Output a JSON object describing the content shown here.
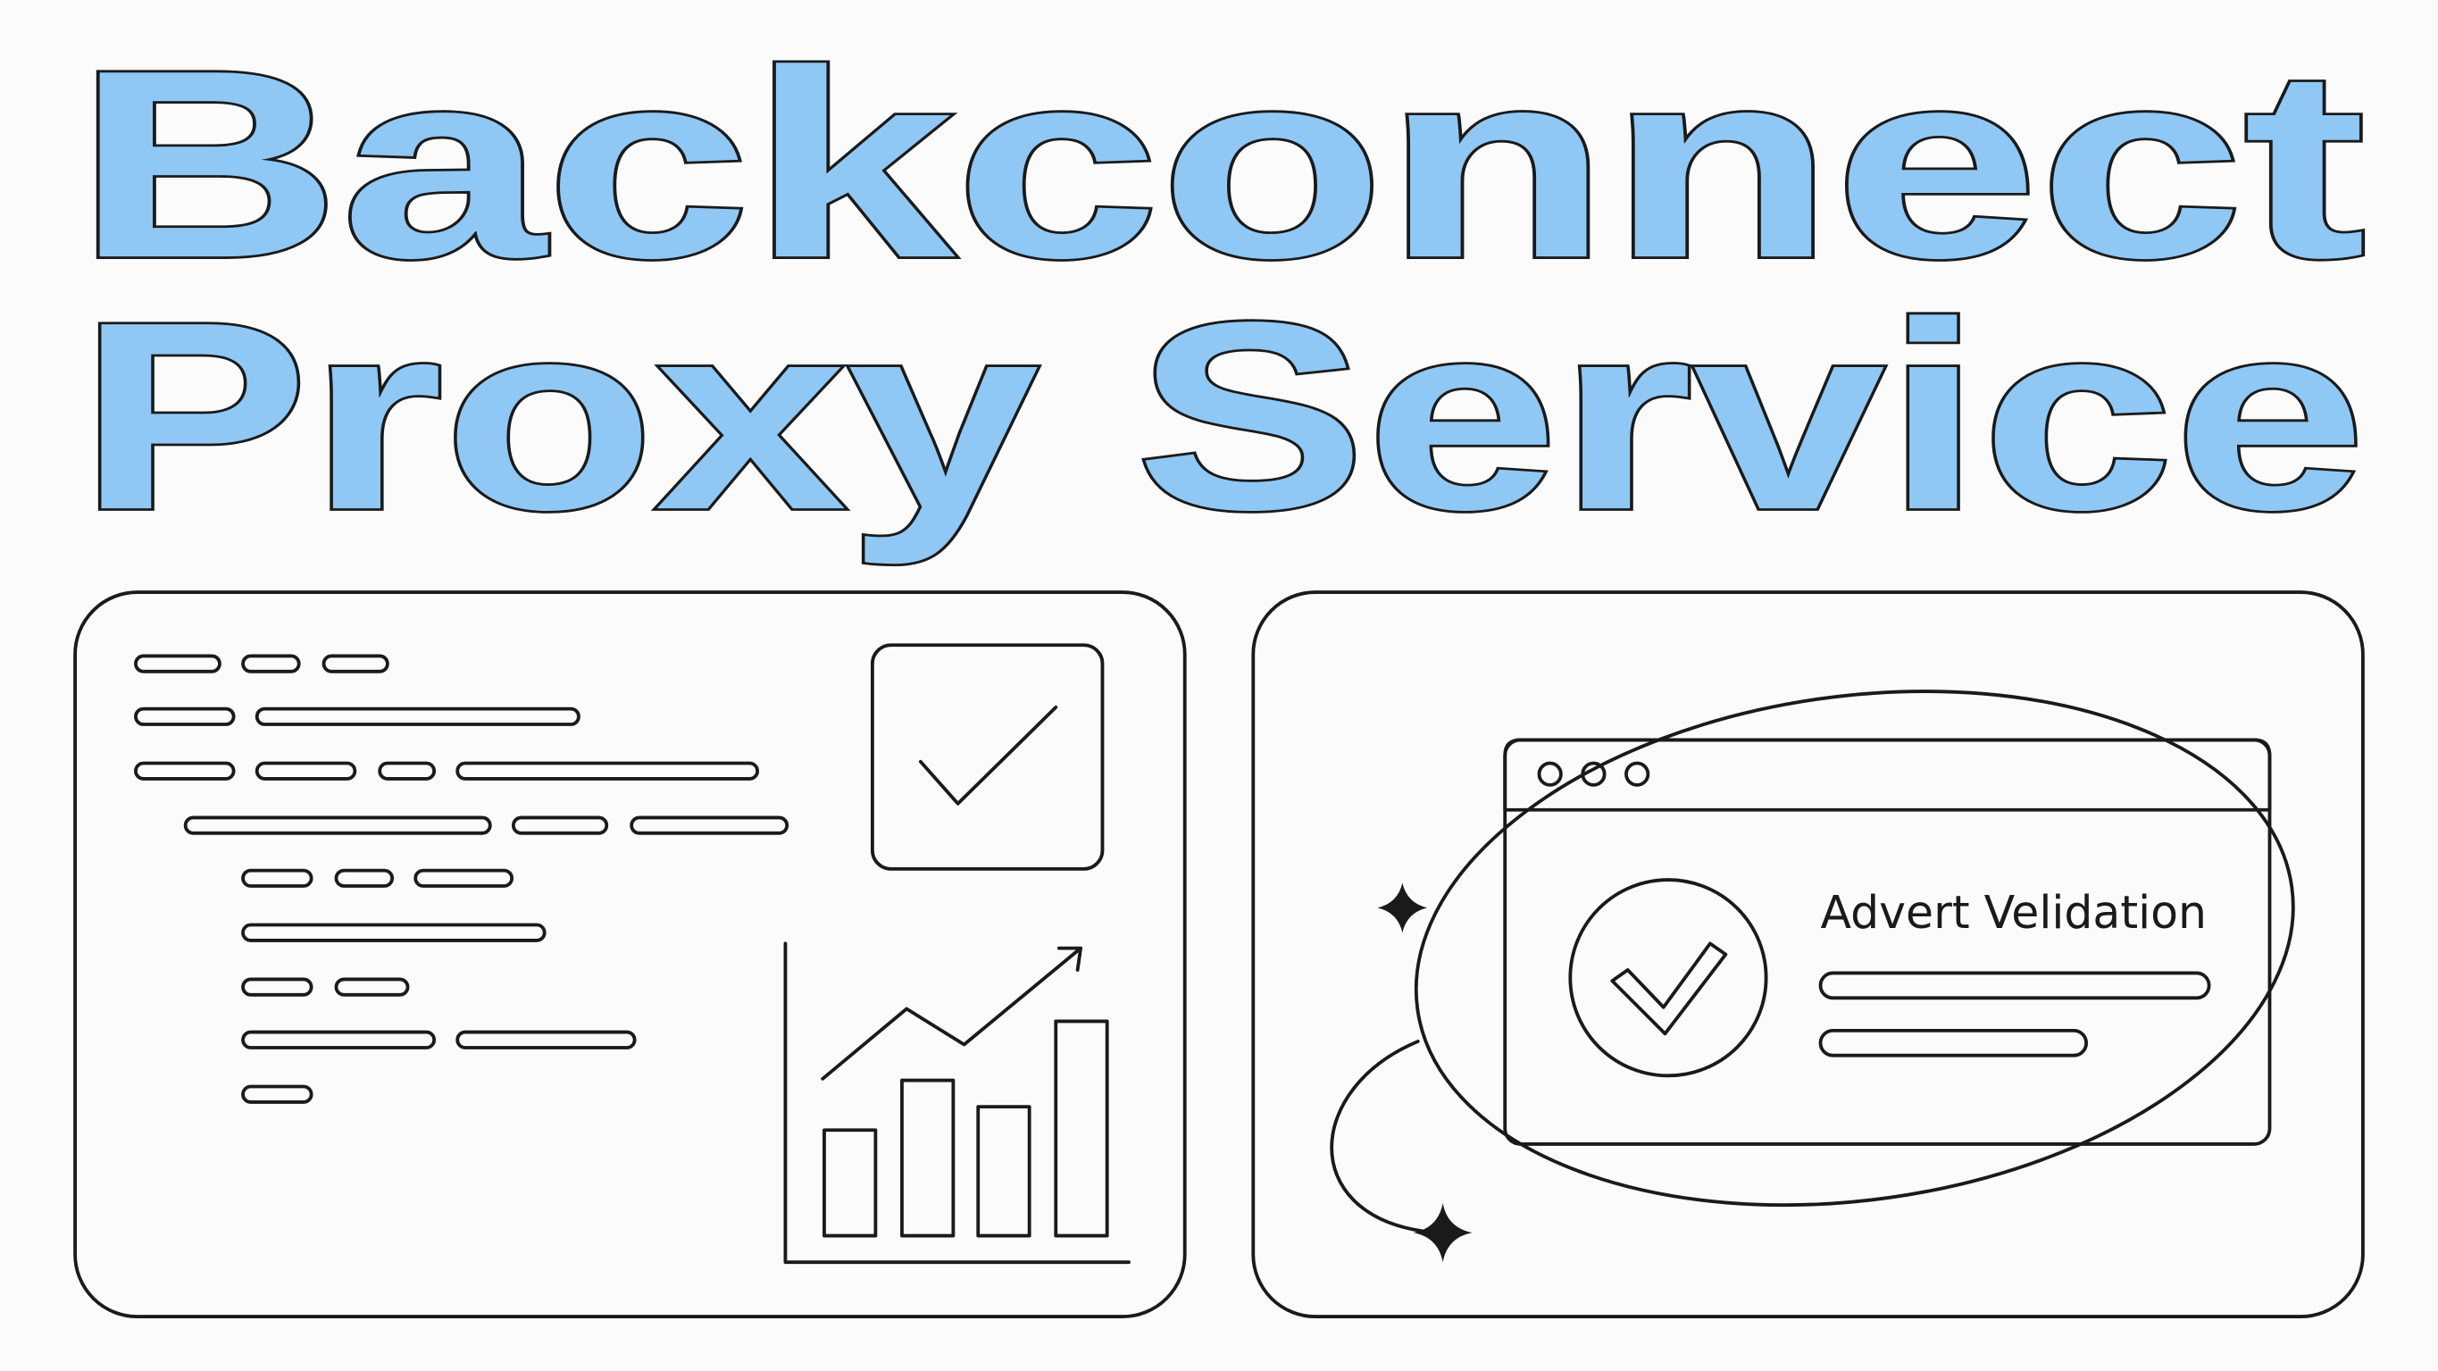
{
  "title": {
    "line1": "Backconnect",
    "line2": "Proxy Service"
  },
  "validation_window": {
    "label": "Advert Velidation",
    "status_icon": "check-circle-icon"
  },
  "colors": {
    "accent": "#8fc8f5",
    "accent_light": "#d3e8fb",
    "panel_fill": "#f4f9fe",
    "stroke": "#1a1a1a"
  }
}
